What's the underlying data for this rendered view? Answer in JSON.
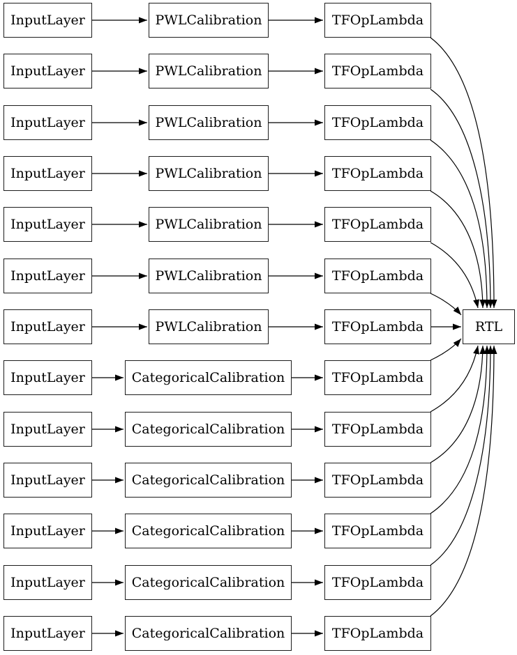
{
  "diagram": {
    "title": "model-graph",
    "colors": {
      "background": "#ffffff",
      "node_fill": "#ffffff",
      "node_border": "#1c1c1c",
      "edge": "#000000",
      "text": "#000000"
    },
    "rows": [
      {
        "input": "InputLayer",
        "calibration": "PWLCalibration",
        "lambda": "TFOpLambda"
      },
      {
        "input": "InputLayer",
        "calibration": "PWLCalibration",
        "lambda": "TFOpLambda"
      },
      {
        "input": "InputLayer",
        "calibration": "PWLCalibration",
        "lambda": "TFOpLambda"
      },
      {
        "input": "InputLayer",
        "calibration": "PWLCalibration",
        "lambda": "TFOpLambda"
      },
      {
        "input": "InputLayer",
        "calibration": "PWLCalibration",
        "lambda": "TFOpLambda"
      },
      {
        "input": "InputLayer",
        "calibration": "PWLCalibration",
        "lambda": "TFOpLambda"
      },
      {
        "input": "InputLayer",
        "calibration": "PWLCalibration",
        "lambda": "TFOpLambda"
      },
      {
        "input": "InputLayer",
        "calibration": "CategoricalCalibration",
        "lambda": "TFOpLambda"
      },
      {
        "input": "InputLayer",
        "calibration": "CategoricalCalibration",
        "lambda": "TFOpLambda"
      },
      {
        "input": "InputLayer",
        "calibration": "CategoricalCalibration",
        "lambda": "TFOpLambda"
      },
      {
        "input": "InputLayer",
        "calibration": "CategoricalCalibration",
        "lambda": "TFOpLambda"
      },
      {
        "input": "InputLayer",
        "calibration": "CategoricalCalibration",
        "lambda": "TFOpLambda"
      },
      {
        "input": "InputLayer",
        "calibration": "CategoricalCalibration",
        "lambda": "TFOpLambda"
      }
    ],
    "output": {
      "label": "RTL"
    }
  }
}
